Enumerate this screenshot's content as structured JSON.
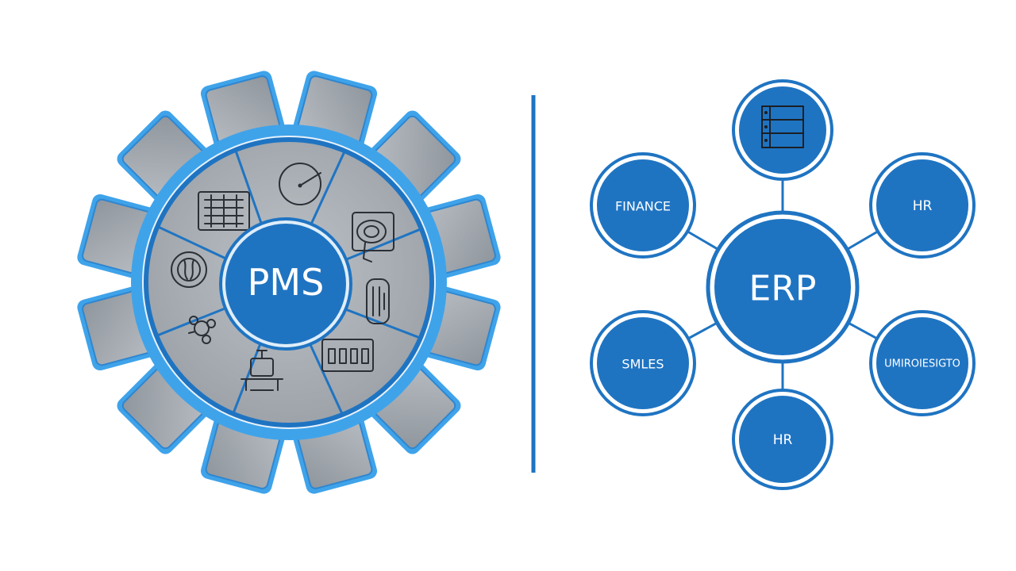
{
  "pms": {
    "label": "PMS",
    "segment_icons": [
      "gauge-icon",
      "machine-icon",
      "tool-icon",
      "control-panel-icon",
      "robot-arm-icon",
      "gear-icon",
      "sensor-icon",
      "keyboard-icon"
    ]
  },
  "erp": {
    "label": "ERP",
    "modules": [
      {
        "label": "",
        "icon": "server-icon"
      },
      {
        "label": "HR"
      },
      {
        "label": "UMIROIESIGTO"
      },
      {
        "label": "HR"
      },
      {
        "label": "SMLES"
      },
      {
        "label": "FINANCE"
      }
    ]
  },
  "colors": {
    "accent": "#1f74c2",
    "accent_glow": "#3fa3ea",
    "gear_tooth": "#9aa1a8",
    "gear_body": "#a9afb5",
    "divider": "#1f74c2"
  }
}
